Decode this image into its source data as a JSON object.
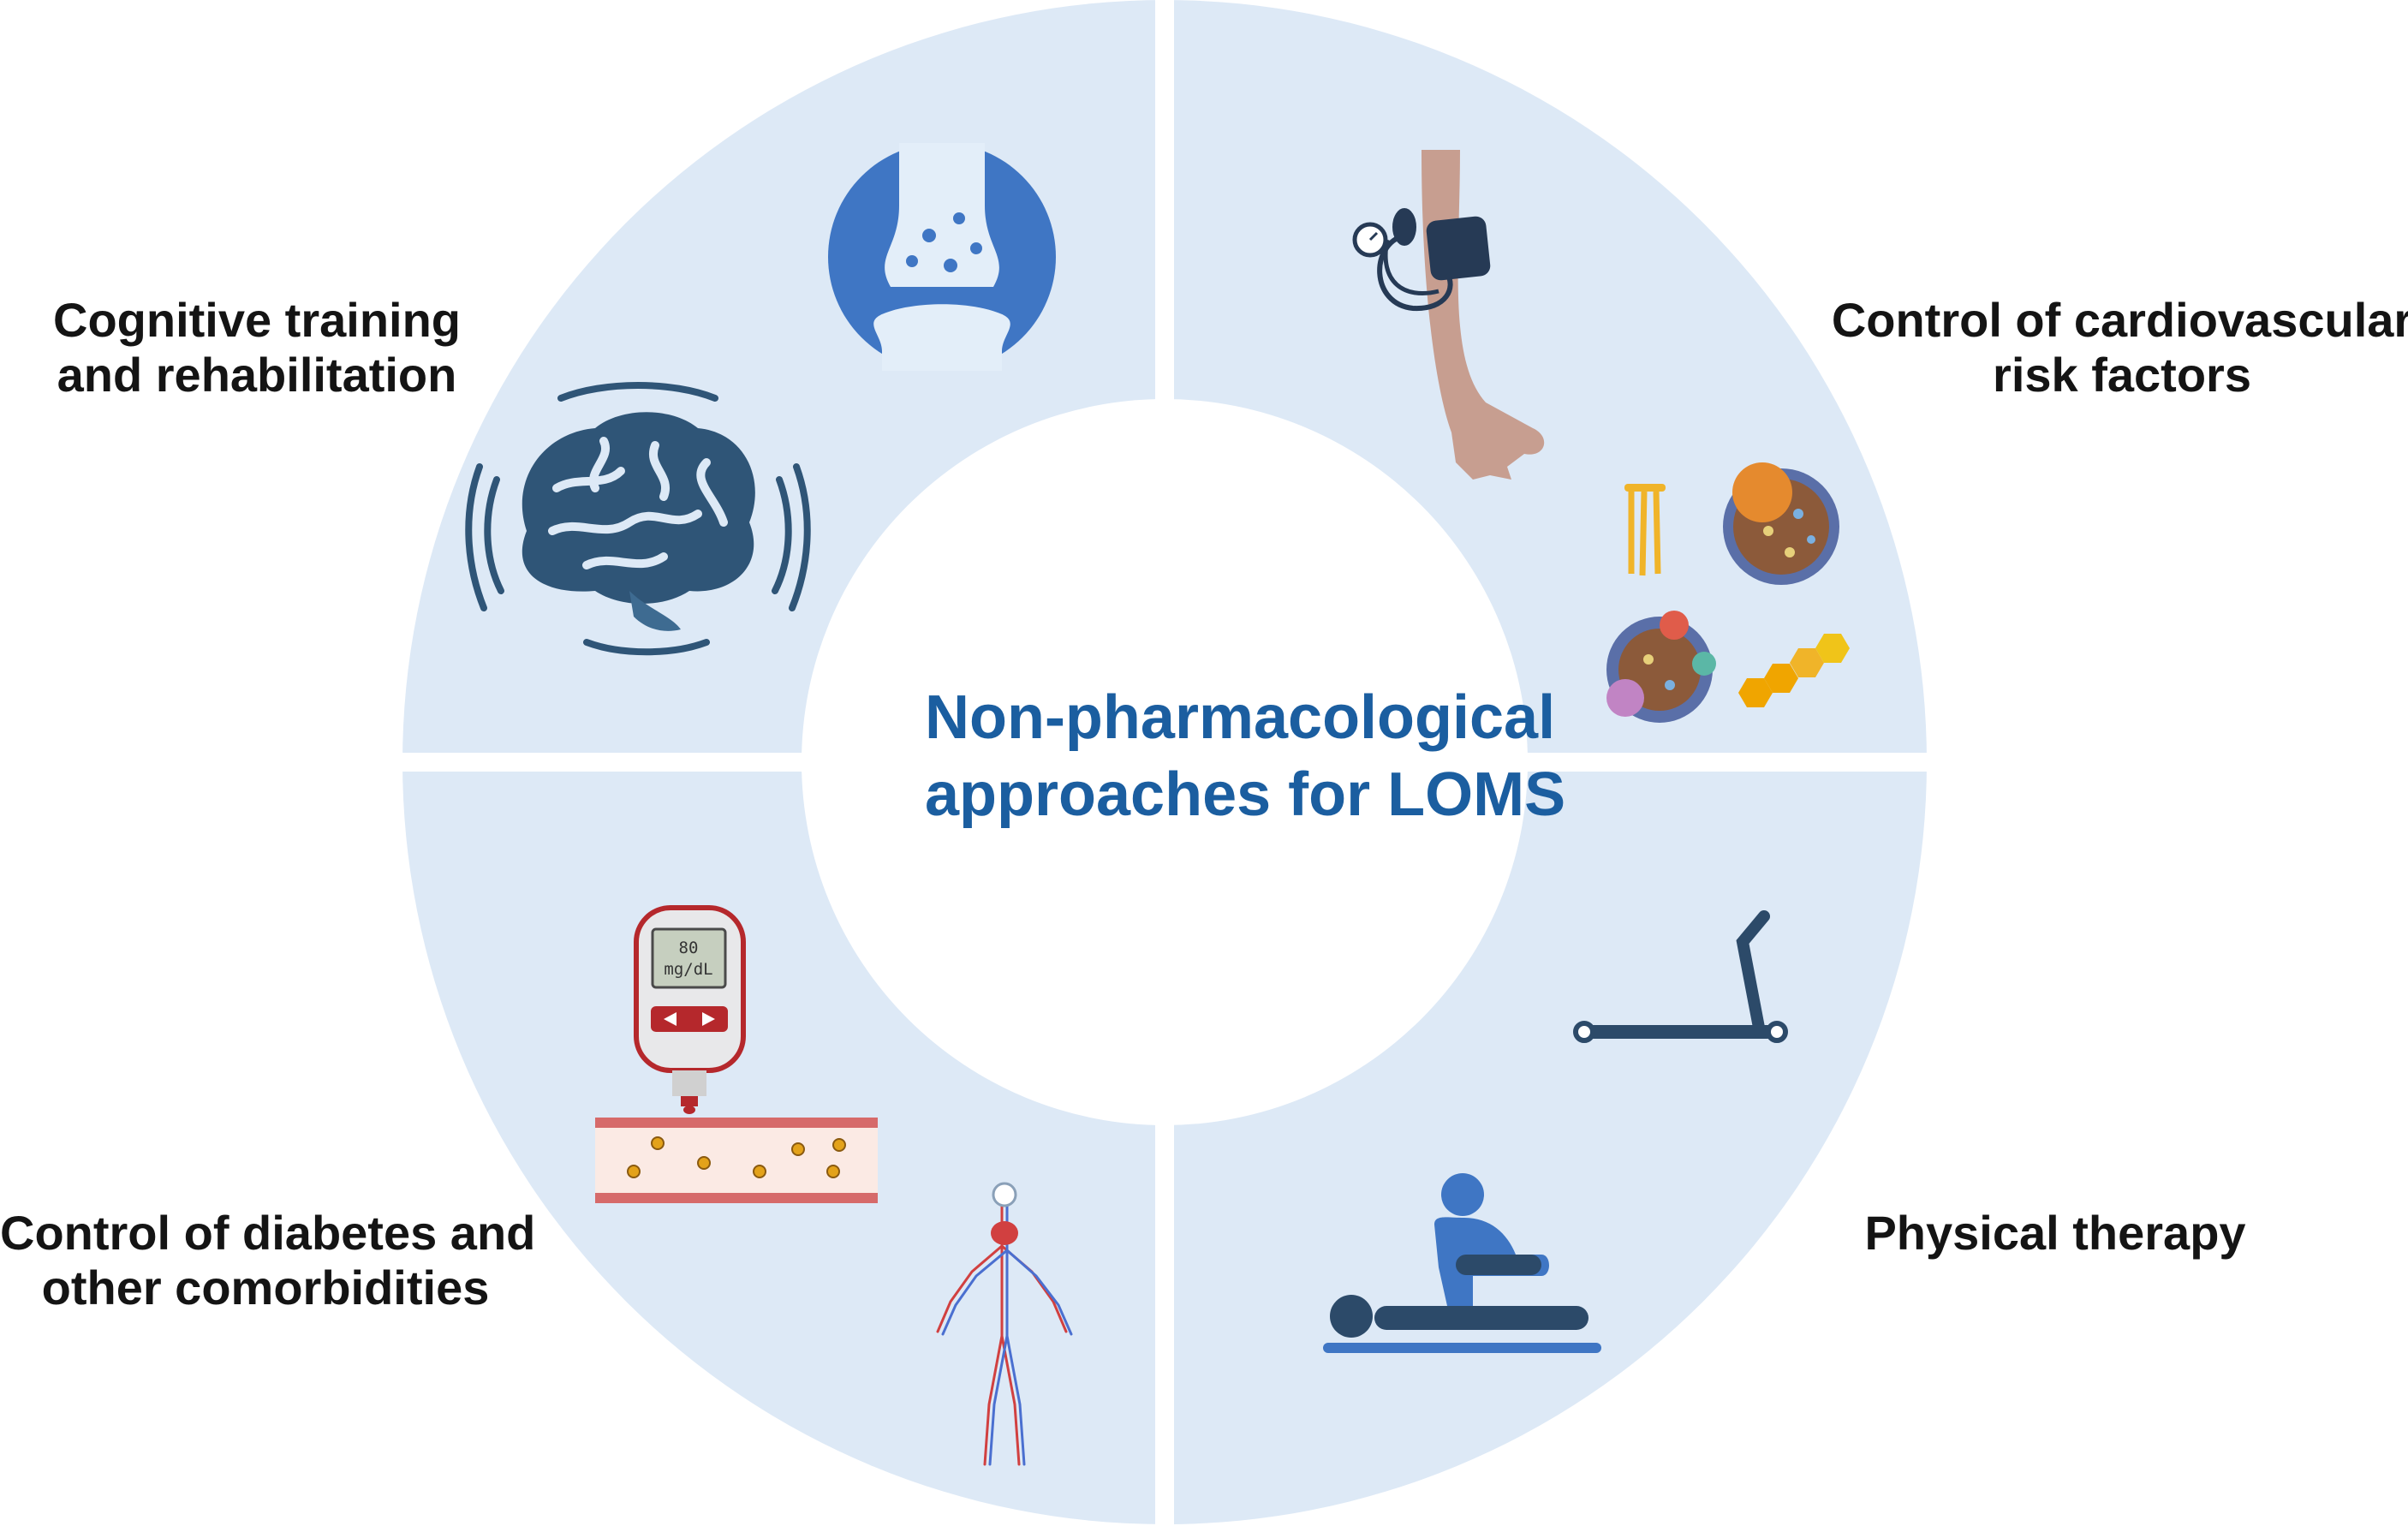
{
  "center": {
    "line1": "Non-pharmacological",
    "line2": "approaches for LOMS"
  },
  "quadrants": {
    "cognitive": {
      "line1": "Cognitive training",
      "line2": "and rehabilitation"
    },
    "cardiovascular": {
      "line1": "Control of cardiovascular",
      "line2": "risk factors"
    },
    "diabetes": {
      "line1": "Control of diabetes and",
      "line2": "other comorbidities"
    },
    "physical": {
      "line1": "Physical therapy",
      "line2": ""
    }
  },
  "glucose_meter": {
    "reading": "80",
    "unit": "mg/dL"
  },
  "icons": [
    "synapse-icon",
    "brain-icon",
    "blood-pressure-cuff-icon",
    "lipid-molecules-icon",
    "glucose-meter-icon",
    "blood-vessel-icon",
    "circulatory-system-icon",
    "treadmill-icon",
    "physiotherapy-icon"
  ],
  "colors": {
    "ring": "#dde9f6",
    "title": "#1b5ea0",
    "label": "#141414",
    "icon_blue": "#3f76c4",
    "icon_navy": "#2c4a69"
  }
}
